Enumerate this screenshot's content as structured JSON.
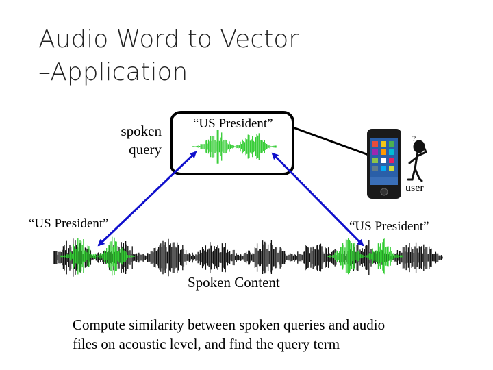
{
  "slide": {
    "title_line1": "Audio Word to Vector",
    "title_line2": "–Application"
  },
  "diagram": {
    "query_label_line1": "spoken",
    "query_label_line2": "query",
    "query_quote": "“US President”",
    "user_label": "user",
    "question_mark": "?",
    "match_left_quote": "“US President”",
    "match_right_quote": "“US President”",
    "spoken_content_label": "Spoken Content",
    "colors": {
      "query_wave": "#33cc33",
      "content_wave": "#111111",
      "arrows": "#1010cc",
      "box_border": "#000000"
    }
  },
  "caption": {
    "line1": "Compute similarity between spoken queries and audio",
    "line2": "files on acoustic level, and find the query term"
  }
}
